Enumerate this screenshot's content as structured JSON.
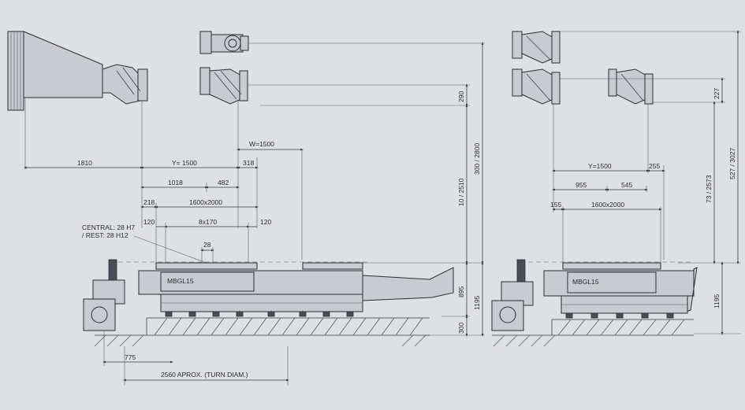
{
  "left_view": {
    "dims": {
      "d1810": "1810",
      "y1500": "Y= 1500",
      "d318": "318",
      "w1500": "W=1500",
      "d1018": "1018",
      "d482": "482",
      "d218": "218",
      "d1600": "1600x2000",
      "d120a": "120",
      "d120b": "120",
      "d8x170": "8x170",
      "central": "CENTRAL: 28 H7",
      "rest": "/ REST: 28 H12",
      "d28": "28",
      "d290": "290",
      "d10_2510": "10 / 2510",
      "d300_2800": "300 / 2800",
      "d895": "895",
      "d1195": "1195",
      "d300": "300",
      "d775": "775",
      "turn": "2560 APROX. (TURN DIAM.)"
    },
    "machine_label": "MBGL15"
  },
  "right_view": {
    "dims": {
      "y1500": "Y=1500",
      "d255": "255",
      "d955": "955",
      "d545": "545",
      "d155": "155",
      "d1600": "1600x2000",
      "d227": "227",
      "d73_2573": "73 / 2573",
      "d527_3027": "527 / 3027",
      "d1195": "1195"
    },
    "machine_label": "MBGL15"
  }
}
